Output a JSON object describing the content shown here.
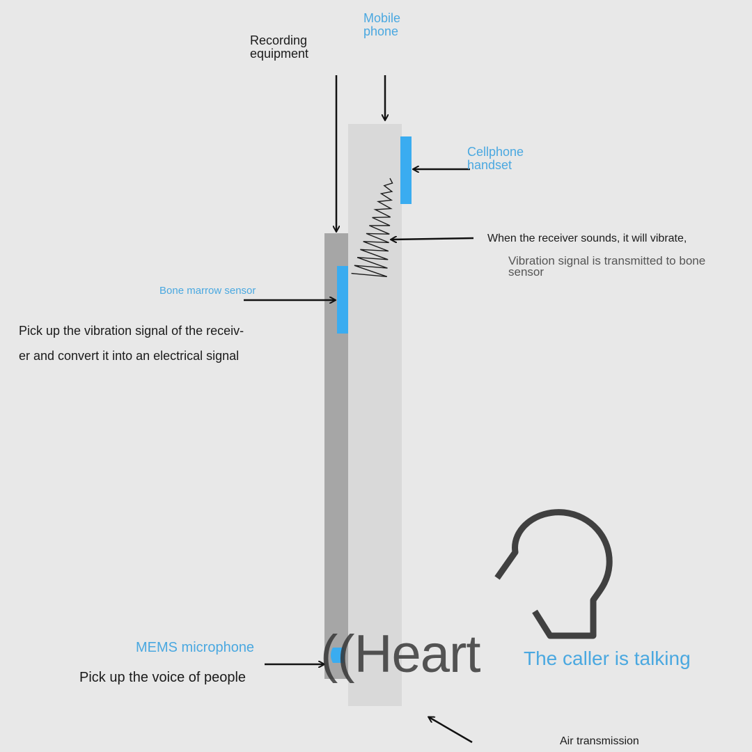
{
  "labels": {
    "mobile_phone_line1": "Mobile",
    "mobile_phone_line2": "phone",
    "recording_line1": "Recording",
    "recording_line2": "equipment",
    "handset_line1": "Cellphone",
    "handset_line2": "handset",
    "receiver_vibrate": "When the receiver sounds, it will vibrate,",
    "vibration_line1": "Vibration signal is transmitted to bone",
    "vibration_line2": "sensor",
    "bone_sensor": "Bone marrow sensor",
    "pickup_vibration_line1": "Pick up the vibration signal of the receiv-",
    "pickup_vibration_line2": "er and convert it into an electrical signal",
    "mems_mic": "MEMS microphone",
    "pickup_voice": "Pick up the voice of people",
    "caller_talking": "The caller is talking",
    "air_transmission": "Air transmission",
    "watermark": "((Heart"
  },
  "colors": {
    "background": "#e8e8e8",
    "accent_blue": "#3aacf0",
    "label_blue": "#4aa8e0",
    "phone_body": "#d9d9d9",
    "recorder_body": "#a6a6a6",
    "line_dark": "#111111",
    "head_outline": "#404040"
  }
}
